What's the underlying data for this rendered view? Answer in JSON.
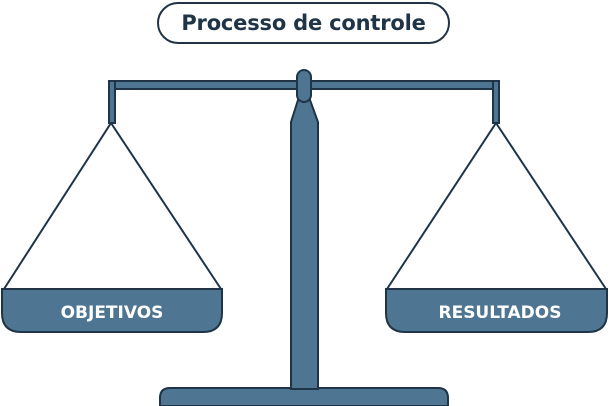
{
  "title": "Processo de controle",
  "left_pan": {
    "label": "OBJETIVOS"
  },
  "right_pan": {
    "label": "RESULTADOS"
  },
  "colors": {
    "scale_fill": "#4e7591",
    "outline": "#1f3447",
    "label_text": "#ffffff",
    "background": "#ffffff"
  }
}
